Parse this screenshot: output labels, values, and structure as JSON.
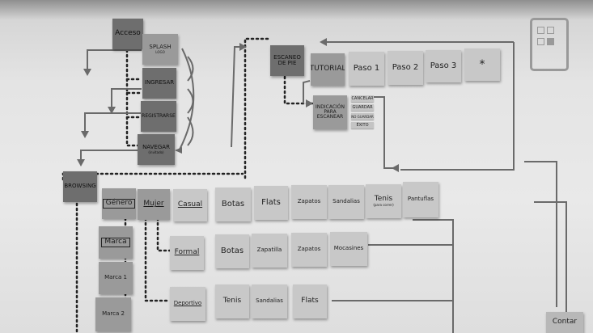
{
  "notes": {
    "acceso": "Acceso",
    "splash": "SPLASH",
    "splash_sub": "LOGO",
    "ingresar": "INGRESAR",
    "registrarse": "REGISTRARSE",
    "navegar": "NAVEGAR",
    "navegar_sub": "(invitado)",
    "escaneo": "ESCANEO DE PIE",
    "tutorial": "TUTORIAL",
    "paso1": "Paso 1",
    "paso2": "Paso 2",
    "paso3": "Paso 3",
    "asterisk": "*",
    "indicacion": "INDICACIÓN PARA ESCANEAR",
    "cancelar": "CANCELAR",
    "guardar": "GUARDAR",
    "no_guardar": "NO GUARDAR",
    "exito": "ÉXITO",
    "browsing": "BROWSING",
    "genero": "Género",
    "mujer": "Mujer",
    "casual": "Casual",
    "botas1": "Botas",
    "flats1": "Flats",
    "zapatos1": "Zapatos",
    "sandalias1": "Sandalias",
    "tenis1": "Tenis",
    "tenis1_sub": "(para correr)",
    "pantuflas": "Pantuflas",
    "marca": "Marca",
    "marca1": "Marca 1",
    "marca2": "Marca 2",
    "formal": "Formal",
    "botas2": "Botas",
    "zapatilla": "Zapatilla",
    "zapatos2": "Zapatos",
    "mocasines": "Mocasines",
    "deportivo": "Deportivo",
    "tenis2": "Tenis",
    "sandalias2": "Sandalias",
    "flats2": "Flats",
    "contar": "Contar"
  },
  "icons": {
    "phone": "phone-app-icon"
  }
}
